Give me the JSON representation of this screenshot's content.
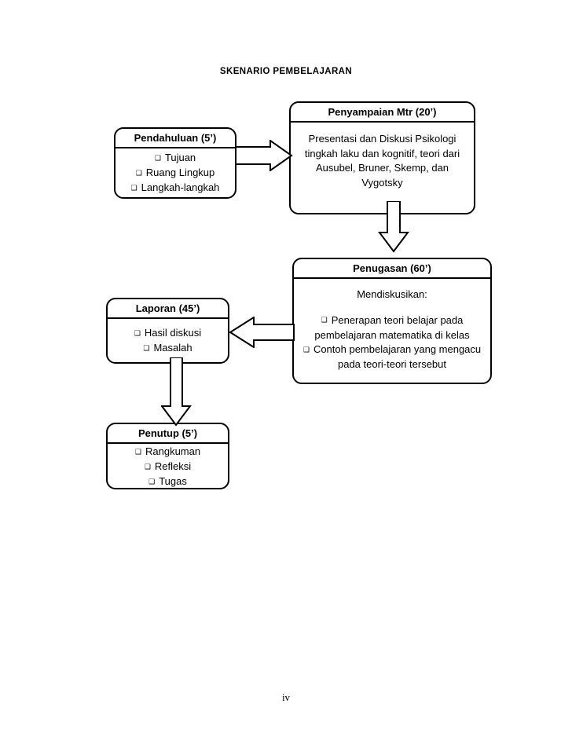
{
  "document": {
    "title": "SKENARIO PEMBELAJARAN",
    "page_number": "iv"
  },
  "diagram": {
    "type": "flowchart",
    "bullet_glyph": "❑",
    "nodes": [
      {
        "id": "pendahuluan",
        "title": "Pendahuluan (5’)",
        "lead": "",
        "items": [
          "Tujuan",
          "Ruang Lingkup",
          "Langkah-langkah"
        ]
      },
      {
        "id": "penyampaian",
        "title": "Penyampaian Mtr (20’)",
        "body": "Presentasi dan Diskusi Psikologi tingkah laku dan kognitif, teori dari Ausubel, Bruner, Skemp, dan Vygotsky",
        "items": []
      },
      {
        "id": "penugasan",
        "title": "Penugasan (60’)",
        "lead": "Mendiskusikan:",
        "items": [
          "Penerapan teori belajar pada pembelajaran matematika di kelas",
          "Contoh pembelajaran yang mengacu pada teori-teori tersebut"
        ]
      },
      {
        "id": "laporan",
        "title": "Laporan (45’)",
        "lead": "",
        "items": [
          "Hasil diskusi",
          "Masalah"
        ]
      },
      {
        "id": "penutup",
        "title": "Penutup (5’)",
        "lead": "",
        "items": [
          "Rangkuman",
          "Refleksi",
          "Tugas"
        ]
      }
    ],
    "connectors": [
      {
        "id": "pendahuluan-penyampaian",
        "from": "pendahuluan",
        "to": "penyampaian",
        "direction": "right"
      },
      {
        "id": "penyampaian-penugasan",
        "from": "penyampaian",
        "to": "penugasan",
        "direction": "down"
      },
      {
        "id": "penugasan-laporan",
        "from": "penugasan",
        "to": "laporan",
        "direction": "left"
      },
      {
        "id": "laporan-penutup",
        "from": "laporan",
        "to": "penutup",
        "direction": "down"
      }
    ]
  },
  "colors": {
    "ink": "#000000",
    "paper": "#ffffff"
  }
}
